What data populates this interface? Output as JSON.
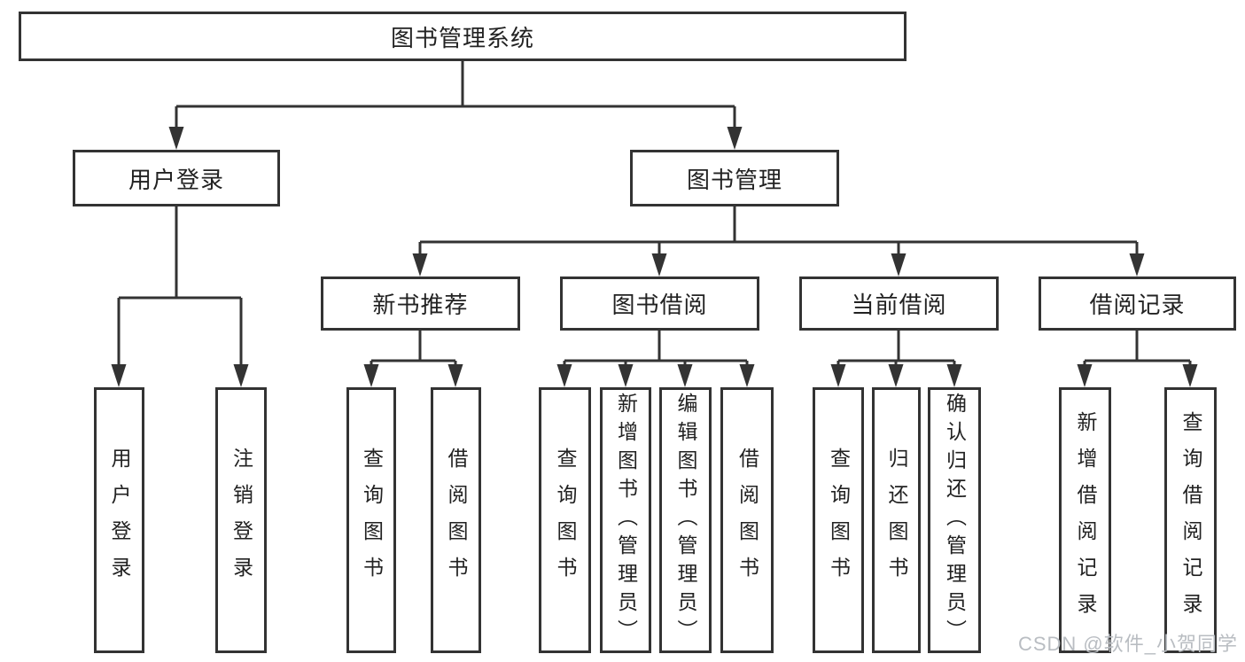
{
  "diagram": {
    "root": {
      "label": "图书管理系统"
    },
    "level2": [
      {
        "label": "用户登录"
      },
      {
        "label": "图书管理"
      }
    ],
    "level3": [
      {
        "label": "新书推荐"
      },
      {
        "label": "图书借阅"
      },
      {
        "label": "当前借阅"
      },
      {
        "label": "借阅记录"
      }
    ],
    "leaves": {
      "user_login": [
        {
          "label": "用户登录"
        },
        {
          "label": "注销登录"
        }
      ],
      "new_books": [
        {
          "label": "查询图书"
        },
        {
          "label": "借阅图书"
        }
      ],
      "book_borrow": [
        {
          "label": "查询图书"
        },
        {
          "label": "新增图书（管理员）"
        },
        {
          "label": "编辑图书（管理员）"
        },
        {
          "label": "借阅图书"
        }
      ],
      "current_borrow": [
        {
          "label": "查询图书"
        },
        {
          "label": "归还图书"
        },
        {
          "label": "确认归还（管理员）"
        }
      ],
      "borrow_records": [
        {
          "label": "新增借阅记录"
        },
        {
          "label": "查询借阅记录"
        }
      ]
    }
  },
  "watermark": {
    "text": "CSDN @软件_小贺同学"
  },
  "colors": {
    "line": "#333333",
    "text": "#222222",
    "watermark": "#b9bdc2",
    "background": "#ffffff"
  }
}
